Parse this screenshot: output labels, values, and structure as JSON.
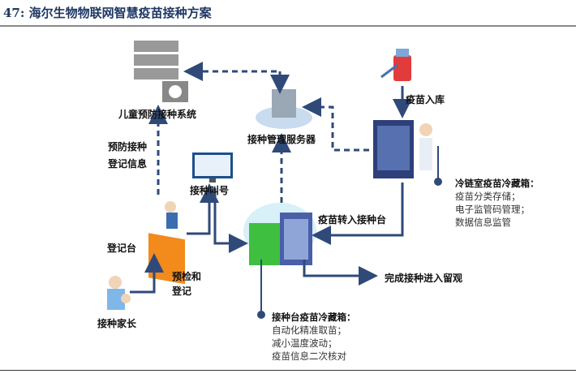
{
  "title": "47:  海尔生物物联网智慧疫苗接种方案",
  "labels": {
    "immunization_system": "儿童预防接种系统",
    "mgmt_server": "接种管理服务器",
    "vaccine_in": "疫苗入库",
    "reg_info_1": "预防接种",
    "reg_info_2": "登记信息",
    "call_number": "接种叫号",
    "transfer": "疫苗转入接种台",
    "reg_desk": "登记台",
    "precheck_1": "预检和",
    "precheck_2": "登记",
    "parent": "接种家长",
    "complete": "完成接种进入留观"
  },
  "cold_room": {
    "heading": "冷链室疫苗冷藏箱：",
    "lines": [
      "疫苗分类存储；",
      "电子监管码管理；",
      "数据信息监管"
    ]
  },
  "station": {
    "heading": "接种台疫苗冷藏箱：",
    "lines": [
      "自动化精准取苗；",
      "减小温度波动；",
      "疫苗信息二次核对"
    ]
  },
  "colors": {
    "arrow": "#2f4a78",
    "title": "#1f3864"
  }
}
